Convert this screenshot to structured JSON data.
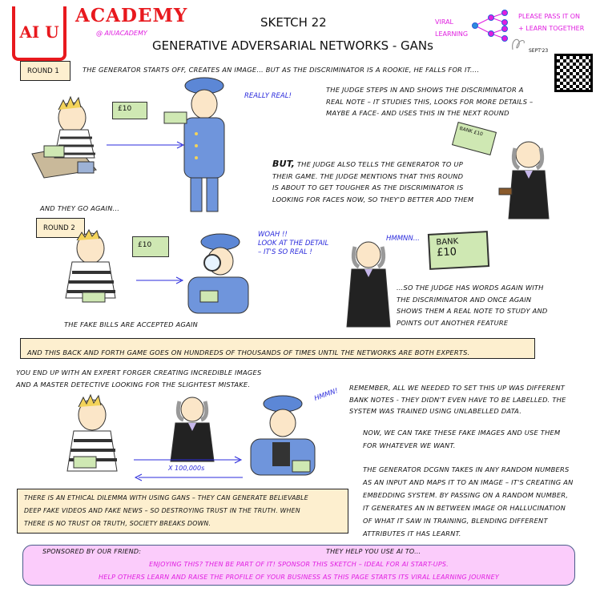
{
  "header": {
    "logo_text": "AI U",
    "brand": "ACADEMY",
    "handle": "@ AIUACADEMY",
    "sketch": "SKETCH 22",
    "title": "GENERATIVE ADVERSARIAL NETWORKS - GANs",
    "viral": [
      "VIRAL",
      "LEARNING"
    ],
    "pass_on": [
      "PLEASE PASS IT ON",
      "+ LEARN TOGETHER"
    ],
    "date": "SEPT'23"
  },
  "round1": {
    "label": "ROUND 1",
    "intro": "THE GENERATOR STARTS OFF, CREATES AN IMAGE... BUT AS THE DISCRIMINATOR IS A ROOKIE, HE FALLS FOR IT....",
    "note": "£10",
    "speech": "REALLY REAL!",
    "judge_text": [
      "THE JUDGE STEPS IN AND SHOWS THE DISCRIMINATOR A",
      "REAL NOTE – IT STUDIES THIS, LOOKS FOR MORE DETAILS –",
      "MAYBE A FACE- AND USES THIS IN THE NEXT ROUND"
    ],
    "but": "BUT,",
    "but_text": [
      "THE JUDGE ALSO TELLS THE GENERATOR TO UP",
      "THEIR GAME. THE JUDGE MENTIONS THAT THIS ROUND",
      "IS ABOUT TO GET TOUGHER AS THE DISCRIMINATOR IS",
      "LOOKING FOR FACES NOW, SO THEY'D BETTER ADD THEM"
    ],
    "bank_note": "BANK £10",
    "again": "AND THEY GO AGAIN..."
  },
  "round2": {
    "label": "ROUND 2",
    "note": "£10",
    "speech": [
      "WOAH !!",
      "LOOK AT THE DETAIL",
      "– IT'S SO REAL !"
    ],
    "judge_speech": "HMMNN...",
    "bank_note": [
      "BANK",
      "£10"
    ],
    "accepted": "THE FAKE BILLS ARE ACCEPTED AGAIN",
    "judge_text": [
      "...SO THE JUDGE HAS WORDS AGAIN WITH",
      "THE DISCRIMINATOR AND ONCE AGAIN",
      "SHOWS THEM A REAL NOTE TO STUDY AND",
      "POINTS OUT ANOTHER FEATURE"
    ]
  },
  "loop_text": "AND THIS BACK AND FORTH GAME GOES ON HUNDREDS OF THOUSANDS OF TIMES UNTIL THE NETWORKS ARE BOTH EXPERTS.",
  "end": {
    "intro": [
      "YOU END UP WITH AN EXPERT FORGER CREATING INCREDIBLE IMAGES",
      "AND A MASTER DETECTIVE LOOKING FOR THE SLIGHTEST MISTAKE."
    ],
    "times": "X 100,000s",
    "speech": "HMMN!",
    "remember": [
      "REMEMBER, ALL WE NEEDED TO SET THIS UP WAS DIFFERENT",
      "BANK NOTES - THEY DIDN'T EVEN HAVE TO BE LABELLED. THE",
      "SYSTEM WAS TRAINED USING UNLABELLED DATA."
    ],
    "now": [
      "NOW, WE CAN TAKE THESE FAKE IMAGES AND USE THEM",
      "FOR WHATEVER WE WANT."
    ],
    "dcgan": [
      "THE GENERATOR DCGNN TAKES IN ANY RANDOM NUMBERS",
      "AS AN INPUT AND MAPS IT TO AN IMAGE – IT'S CREATING AN",
      "EMBEDDING SYSTEM. BY PASSING ON A RANDOM NUMBER,",
      "IT GENERATES AN IN BETWEEN IMAGE OR HALLUCINATION",
      "OF WHAT IT SAW IN TRAINING, BLENDING DIFFERENT",
      "ATTRIBUTES IT HAS LEARNT."
    ],
    "ethics": [
      "THERE IS AN ETHICAL DILEMMA WITH USING GANS – THEY CAN GENERATE BELIEVABLE",
      "DEEP FAKE VIDEOS AND FAKE NEWS – SO DESTROYING TRUST IN THE TRUTH. WHEN",
      "THERE IS NO TRUST OR TRUTH, SOCIETY BREAKS DOWN."
    ]
  },
  "sponsor": {
    "label": "SPONSORED BY OUR FRIEND:",
    "help": "THEY HELP YOU USE AI TO...",
    "line1": "ENJOYING THIS? THEN BE PART OF IT! SPONSOR THIS SKETCH – IDEAL FOR AI START-UPS.",
    "line2": "HELP OTHERS LEARN AND RAISE THE PROFILE OF YOUR BUSINESS AS THIS PAGE STARTS ITS VIRAL LEARNING JOURNEY"
  },
  "colors": {
    "red": "#e8191e",
    "magenta": "#e01ee0",
    "blue": "#2b2bdc",
    "box": "#fdefcf",
    "sponsor": "#fbccfb"
  }
}
